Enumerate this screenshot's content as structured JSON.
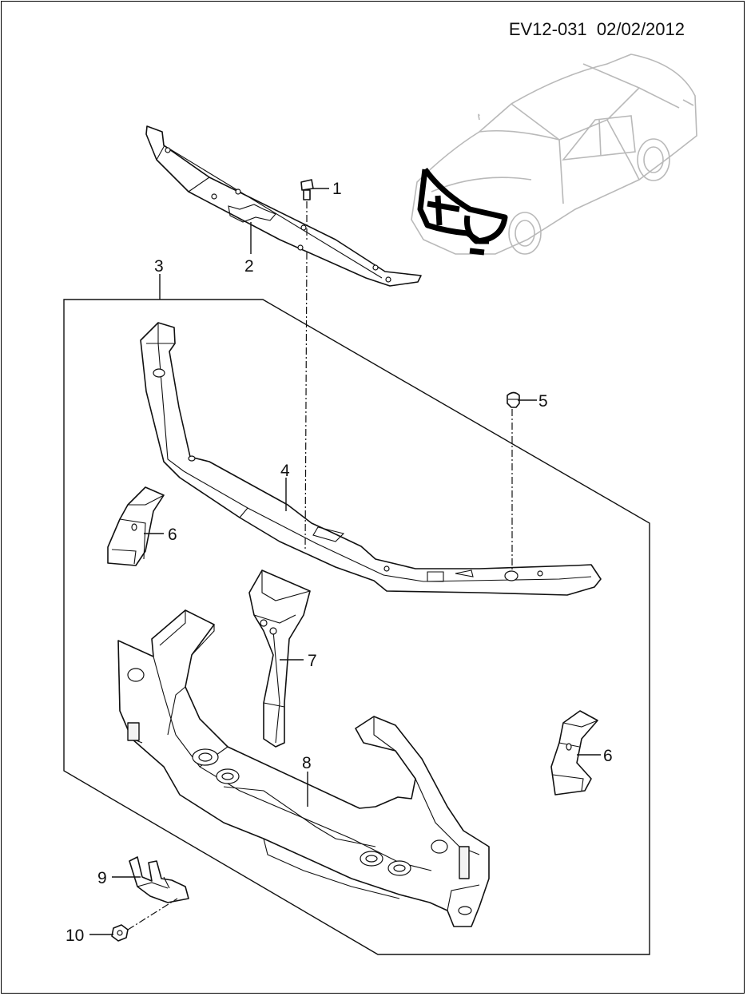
{
  "header": {
    "code": "EV12-031  02/02/2012"
  },
  "callouts": {
    "c1": "1",
    "c2": "2",
    "c3": "3",
    "c4": "4",
    "c5": "5",
    "c6a": "6",
    "c6b": "6",
    "c7": "7",
    "c8": "8",
    "c9": "9",
    "c10": "10"
  },
  "colors": {
    "line": "#111111",
    "car_outline": "#b9b9b9",
    "highlight": "#000000",
    "background": "#ffffff"
  }
}
